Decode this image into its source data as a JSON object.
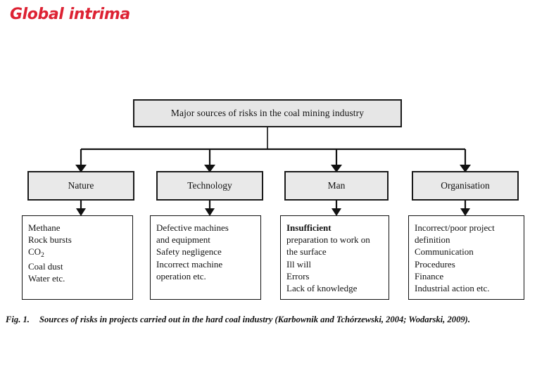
{
  "logo": {
    "text": "Global intrima",
    "color": "#dd2233"
  },
  "diagram": {
    "root": {
      "label": "Major sources of risks in the coal mining industry"
    },
    "branches": [
      {
        "category": "Nature",
        "items": [
          {
            "text": "Methane"
          },
          {
            "text": "Rock bursts"
          },
          {
            "text": "CO",
            "sub": "2"
          },
          {
            "text": "Coal dust"
          },
          {
            "text": "Water etc."
          }
        ]
      },
      {
        "category": "Technology",
        "items": [
          {
            "text": "Defective machines"
          },
          {
            "text": "and equipment"
          },
          {
            "text": "Safety negligence"
          },
          {
            "text": "Incorrect machine"
          },
          {
            "text": "operation etc."
          }
        ]
      },
      {
        "category": "Man",
        "items": [
          {
            "text": "Insufficient",
            "bold": true
          },
          {
            "text": "preparation to work on"
          },
          {
            "text": "the surface"
          },
          {
            "text": "Ill will"
          },
          {
            "text": "Errors"
          },
          {
            "text": "Lack of knowledge"
          }
        ]
      },
      {
        "category": "Organisation",
        "items": [
          {
            "text": "Incorrect/poor project"
          },
          {
            "text": "definition"
          },
          {
            "text": "Communication"
          },
          {
            "text": "Procedures"
          },
          {
            "text": "Finance"
          },
          {
            "text": "Industrial action etc."
          }
        ]
      }
    ],
    "colors": {
      "box_fill": "#e6e6e6",
      "detail_fill": "#ffffff",
      "stroke": "#1a1a1a"
    }
  },
  "caption": {
    "figure_number": "Fig. 1.",
    "text": "Sources of risks in projects carried out in the hard coal industry (Karbownik and Tchórzewski, 2004; Wodarski, 2009)."
  }
}
